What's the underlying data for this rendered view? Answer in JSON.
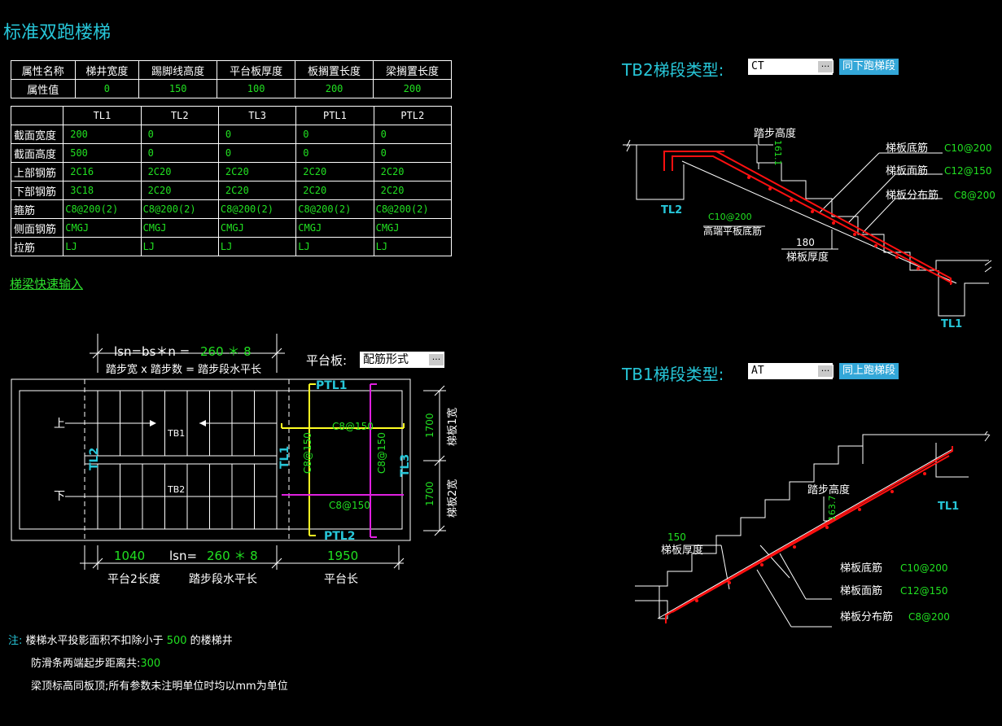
{
  "page_title": "标准双跑楼梯",
  "top_table": {
    "headers": [
      "属性名称",
      "梯井宽度",
      "踢脚线高度",
      "平台板厚度",
      "板搁置长度",
      "梁搁置长度"
    ],
    "row_label": "属性值",
    "values": [
      "0",
      "150",
      "100",
      "200",
      "200"
    ]
  },
  "beam_table": {
    "columns": [
      "TL1",
      "TL2",
      "TL3",
      "PTL1",
      "PTL2"
    ],
    "rows": [
      {
        "label": "截面宽度",
        "values": [
          "200",
          "0",
          "0",
          "0",
          "0"
        ]
      },
      {
        "label": "截面高度",
        "values": [
          "500",
          "0",
          "0",
          "0",
          "0"
        ]
      },
      {
        "label": "上部钢筋",
        "values": [
          "2C16",
          "2C20",
          "2C20",
          "2C20",
          "2C20"
        ]
      },
      {
        "label": "下部钢筋",
        "values": [
          "3C18",
          "2C20",
          "2C20",
          "2C20",
          "2C20"
        ]
      },
      {
        "label": "箍筋",
        "values": [
          "C8@200(2)",
          "C8@200(2)",
          "C8@200(2)",
          "C8@200(2)",
          "C8@200(2)"
        ]
      },
      {
        "label": "侧面钢筋",
        "values": [
          "CMGJ",
          "CMGJ",
          "CMGJ",
          "CMGJ",
          "CMGJ"
        ]
      },
      {
        "label": "拉筋",
        "values": [
          "LJ",
          "LJ",
          "LJ",
          "LJ",
          "LJ"
        ]
      }
    ]
  },
  "quick_input_link": "梯梁快速输入",
  "plan": {
    "lsn_top_prefix": "lsn=bs＊n = ",
    "lsn_top_value": "260 ＊ 8",
    "lsn_top_caption": "踏步宽 x 踏步数 = 踏步段水平长",
    "platform_label": "平台板:",
    "platform_value": "配筋形式",
    "up": "上",
    "down": "下",
    "tb1": "TB1",
    "tb2": "TB2",
    "tl2": "TL2",
    "tl1": "TL1",
    "tl3": "TL3",
    "ptl1": "PTL1",
    "ptl2": "PTL2",
    "rebar_top": "C8@150",
    "rebar_bottom": "C8@150",
    "rebar_left_v": "C8@150",
    "rebar_right_v": "C8@150",
    "width1": "1700",
    "width1_label": "梯板1宽",
    "width2": "1700",
    "width2_label": "梯板2宽",
    "dim_left": "1040",
    "dim_left_label": "平台2长度",
    "lsn_bottom_prefix": "lsn= ",
    "lsn_bottom_value": "260 ＊ 8",
    "lsn_bottom_label": "踏步段水平长",
    "dim_right": "1950",
    "dim_right_label": "平台长"
  },
  "notes": {
    "prefix": "注:",
    "line1_a": "楼梯水平投影面积不扣除小于",
    "line1_val": "500",
    "line1_b": "的楼梯井",
    "line2_a": "防滑条两端起步距离共:",
    "line2_val": "300",
    "line3": "梁顶标高同板顶;所有参数未注明单位时均以mm为单位"
  },
  "tb2": {
    "label": "TB2梯段类型:",
    "type": "CT",
    "button": "同下跑梯段",
    "step_height": "踏步高度",
    "step_height_val": "161.1",
    "bottom_rebar": "梯板底筋",
    "bottom_rebar_val": "C10@200",
    "top_rebar": "梯板面筋",
    "top_rebar_val": "C12@150",
    "dist_rebar": "梯板分布筋",
    "dist_rebar_val": "C8@200",
    "tl2": "TL2",
    "high_end_val": "C10@200",
    "high_end_label": "高端平板底筋",
    "thickness_val": "180",
    "thickness_label": "梯板厚度",
    "tl1": "TL1"
  },
  "tb1": {
    "label": "TB1梯段类型:",
    "type": "AT",
    "button": "同上跑梯段",
    "step_height": "踏步高度",
    "step_height_val": "163.7",
    "thickness_val": "150",
    "thickness_label": "梯板厚度",
    "bottom_rebar": "梯板底筋",
    "bottom_rebar_val": "C10@200",
    "top_rebar": "梯板面筋",
    "top_rebar_val": "C12@150",
    "dist_rebar": "梯板分布筋",
    "dist_rebar_val": "C8@200",
    "tl1": "TL1"
  },
  "colors": {
    "cyan": "#27c6d8",
    "green": "#21e021",
    "red": "#ff1010",
    "yellow": "#ffff22",
    "magenta": "#e020e0",
    "button": "#33a7d8"
  }
}
